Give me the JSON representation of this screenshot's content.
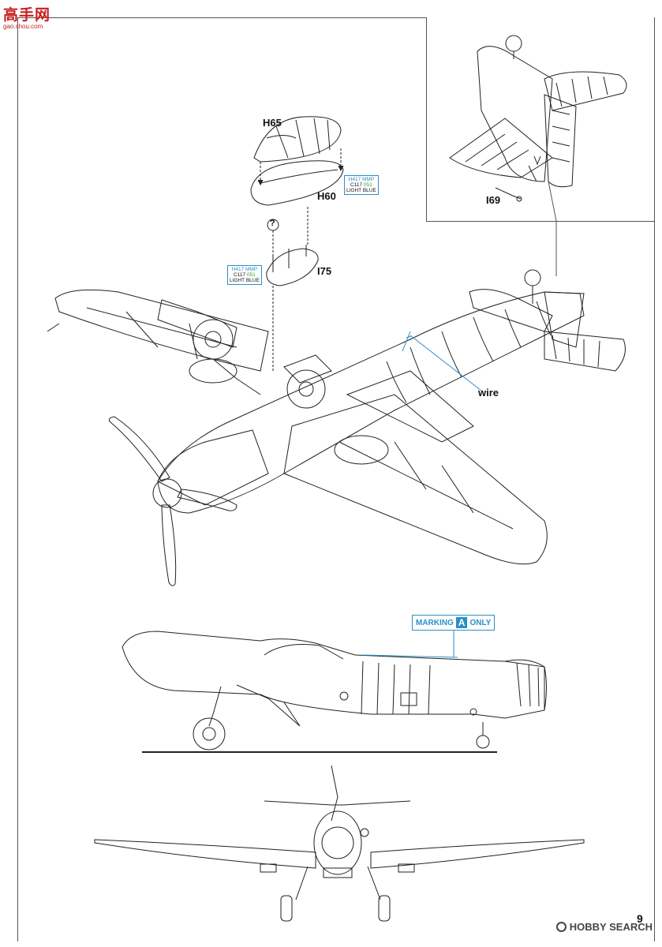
{
  "watermark": {
    "text": "高手网",
    "sub": "gao.shou.com"
  },
  "parts": {
    "h65": "H65",
    "h60": "H60",
    "i75": "I75",
    "i69": "I69",
    "question": "?"
  },
  "callouts": {
    "wire": "wire"
  },
  "paint_h60": {
    "code1": "H417",
    "code2": "MMP",
    "code3": "C117",
    "code4": "051",
    "name": "LIGHT BLUE"
  },
  "paint_i75": {
    "code1": "H417",
    "code2": "MMP",
    "code3": "C117",
    "code4": "051",
    "name": "LIGHT BLUE"
  },
  "marking": {
    "prefix": "MARKING",
    "letter": "A",
    "suffix": "ONLY"
  },
  "page_number": "9",
  "footer_brand": {
    "name": "HOBBY SEARCH"
  },
  "colors": {
    "callout_blue": "#2a8fc9",
    "paint_green": "#3a9a3a",
    "watermark_red": "#c8201f",
    "line": "#222222"
  }
}
